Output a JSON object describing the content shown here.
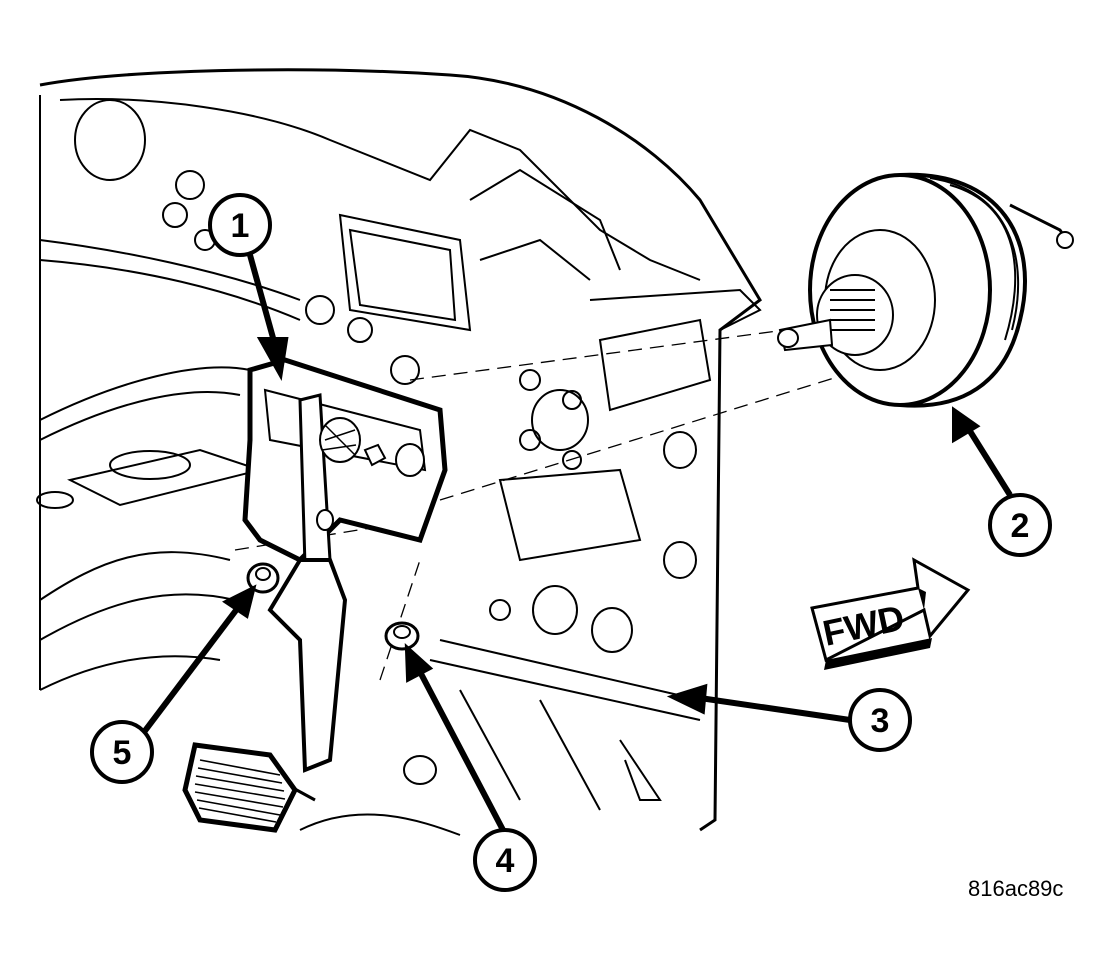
{
  "figure_id": "816ac89c",
  "direction_label": "FWD",
  "callouts": [
    {
      "number": "1",
      "part": "brake-pedal-assembly"
    },
    {
      "number": "2",
      "part": "brake-booster"
    },
    {
      "number": "3",
      "part": "dash-panel"
    },
    {
      "number": "4",
      "part": "pedal-mounting-bolt"
    },
    {
      "number": "5",
      "part": "pedal-mounting-nut"
    }
  ]
}
